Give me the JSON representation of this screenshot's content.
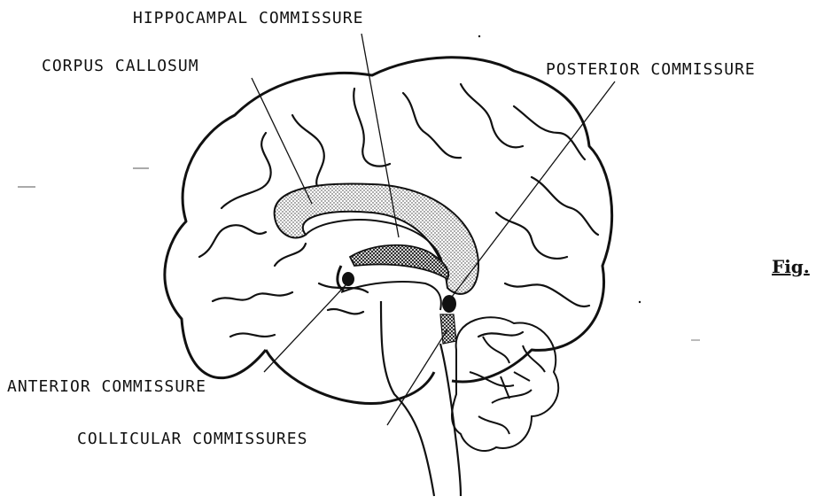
{
  "labels": {
    "hippocampal_commissure": "HIPPOCAMPAL COMMISSURE",
    "corpus_callosum": "CORPUS CALLOSUM",
    "posterior_commissure": "POSTERIOR COMMISSURE",
    "anterior_commissure": "ANTERIOR COMMISSURE",
    "collicular_commissures": "COLLICULAR COMMISSURES",
    "figure_caption": "Fig."
  },
  "colors": {
    "ink": "#111111",
    "background": "#ffffff"
  }
}
